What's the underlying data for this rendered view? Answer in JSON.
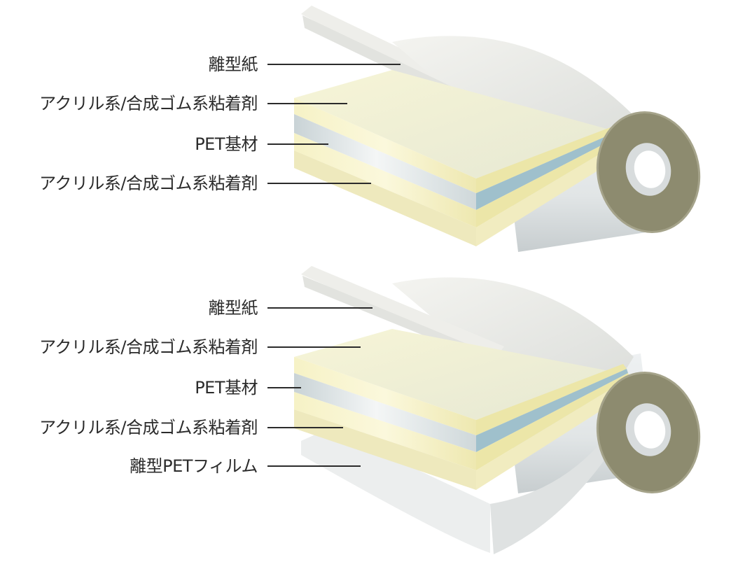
{
  "diagrams": [
    {
      "labels": [
        "離型紙",
        "アクリル系/合成ゴム系粘着剤",
        "PET基材",
        "アクリル系/合成ゴム系粘着剤"
      ]
    },
    {
      "labels": [
        "離型紙",
        "アクリル系/合成ゴム系粘着剤",
        "PET基材",
        "アクリル系/合成ゴム系粘着剤",
        "離型PETフィルム"
      ]
    }
  ],
  "colors": {
    "release_paper": "#eeeeea",
    "adhesive": "#f4f0bf",
    "pet": "#d6dee0",
    "roll_core": "#8d8b6f",
    "leader_line": "#2b2b2b"
  }
}
